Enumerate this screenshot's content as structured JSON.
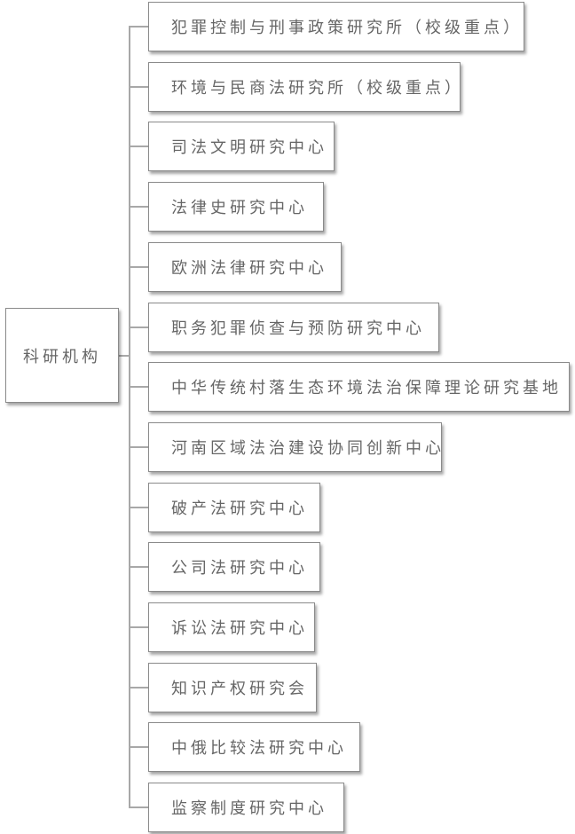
{
  "root": {
    "label": "科研机构"
  },
  "children": [
    {
      "label": "犯罪控制与刑事政策研究所（校级重点）"
    },
    {
      "label": "环境与民商法研究所（校级重点）"
    },
    {
      "label": "司法文明研究中心"
    },
    {
      "label": "法律史研究中心"
    },
    {
      "label": "欧洲法律研究中心"
    },
    {
      "label": "职务犯罪侦查与预防研究中心"
    },
    {
      "label": "中华传统村落生态环境法治保障理论研究基地"
    },
    {
      "label": "河南区域法治建设协同创新中心"
    },
    {
      "label": "破产法研究中心"
    },
    {
      "label": "公司法研究中心"
    },
    {
      "label": "诉讼法研究中心"
    },
    {
      "label": "知识产权研究会"
    },
    {
      "label": "中俄比较法研究中心"
    },
    {
      "label": "监察制度研究中心"
    }
  ]
}
